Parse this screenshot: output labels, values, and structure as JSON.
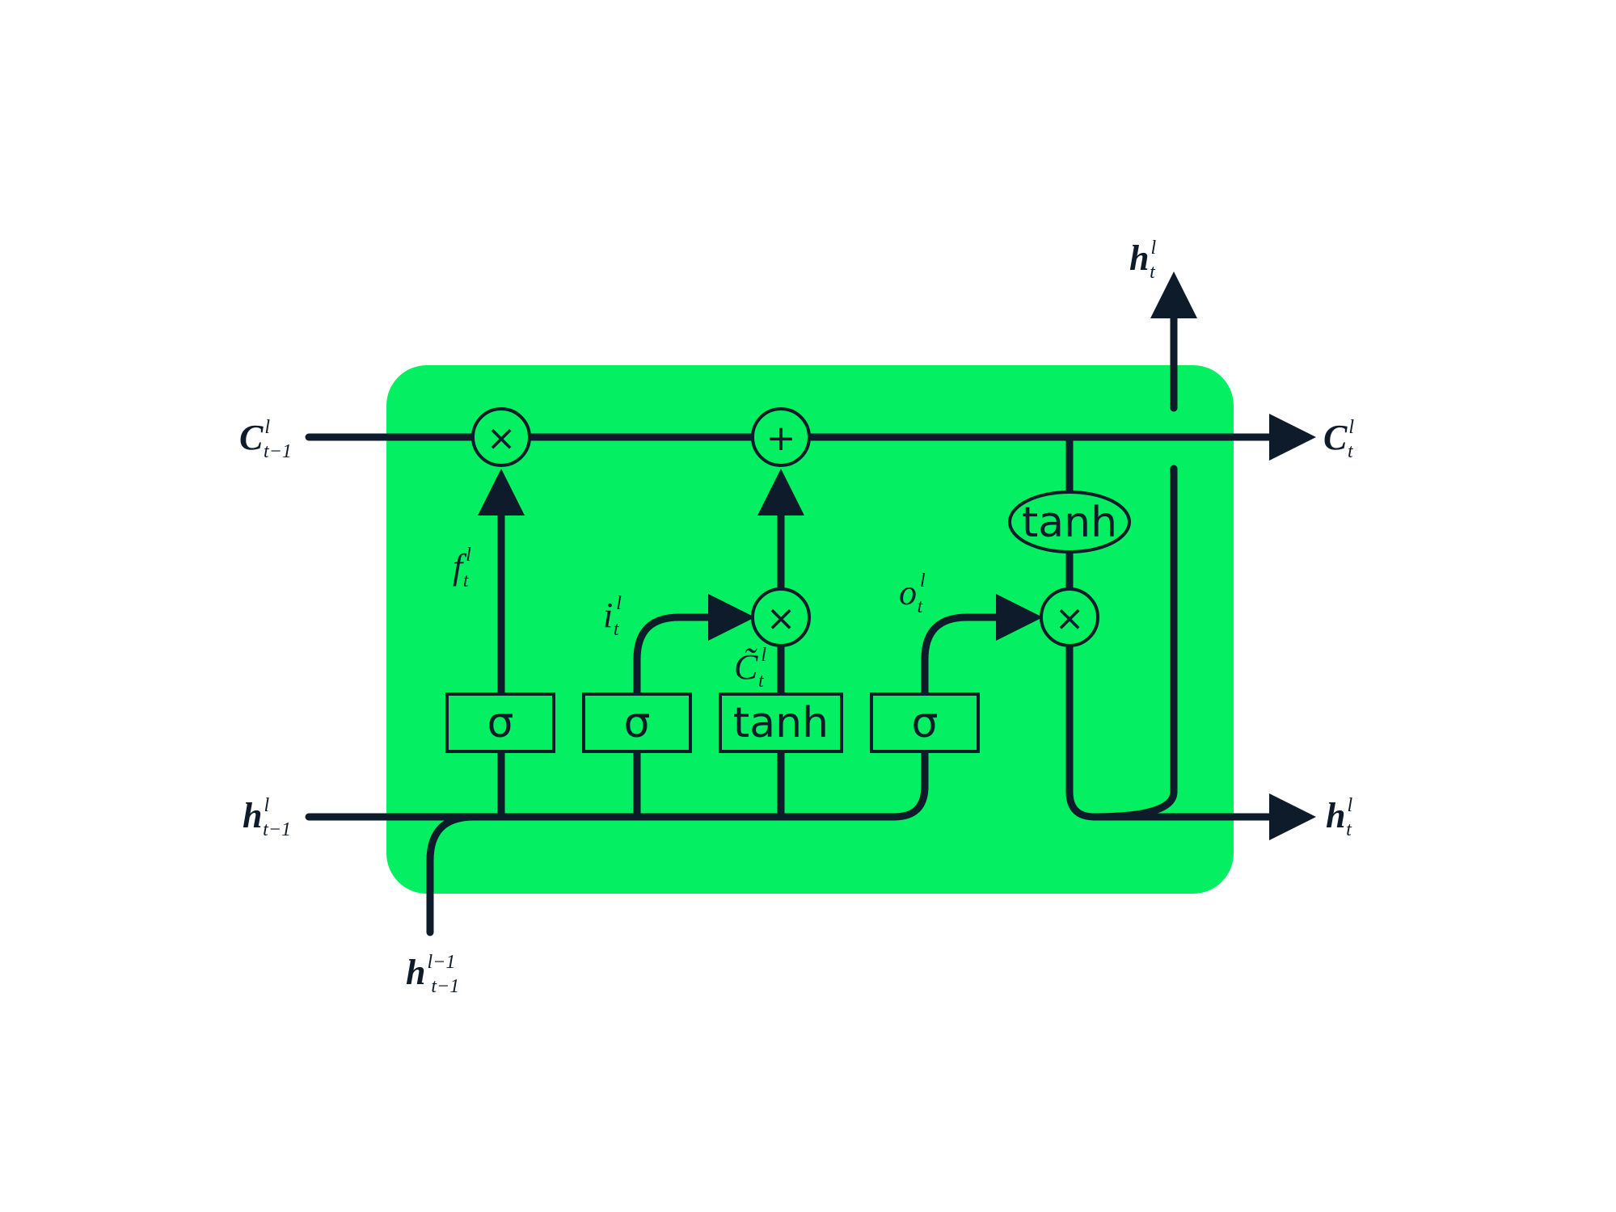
{
  "colors": {
    "cell_fill": "#05ef62",
    "line": "#0d1b2a",
    "background": "#ffffff"
  },
  "ops": {
    "mul": "×",
    "add": "+"
  },
  "gates": {
    "forget": "σ",
    "input": "σ",
    "candidate": "tanh",
    "output": "σ",
    "cell_act": "tanh"
  },
  "labels": {
    "c_prev": {
      "base": "C",
      "sup": "l",
      "sub": "t−1"
    },
    "h_prev": {
      "base": "h",
      "sup": "l",
      "sub": "t−1"
    },
    "x_in": {
      "base": "h",
      "sup": "l−1",
      "sub": "t−1"
    },
    "c_out": {
      "base": "C",
      "sup": "l",
      "sub": "t"
    },
    "h_out": {
      "base": "h",
      "sup": "l",
      "sub": "t"
    },
    "h_up": {
      "base": "h",
      "sup": "l",
      "sub": "t"
    },
    "f": {
      "base": "f",
      "sup": "l",
      "sub": "t"
    },
    "i": {
      "base": "i",
      "sup": "l",
      "sub": "t"
    },
    "ct": {
      "base": "C̃",
      "sup": "l",
      "sub": "t"
    },
    "o": {
      "base": "o",
      "sup": "l",
      "sub": "t"
    }
  }
}
